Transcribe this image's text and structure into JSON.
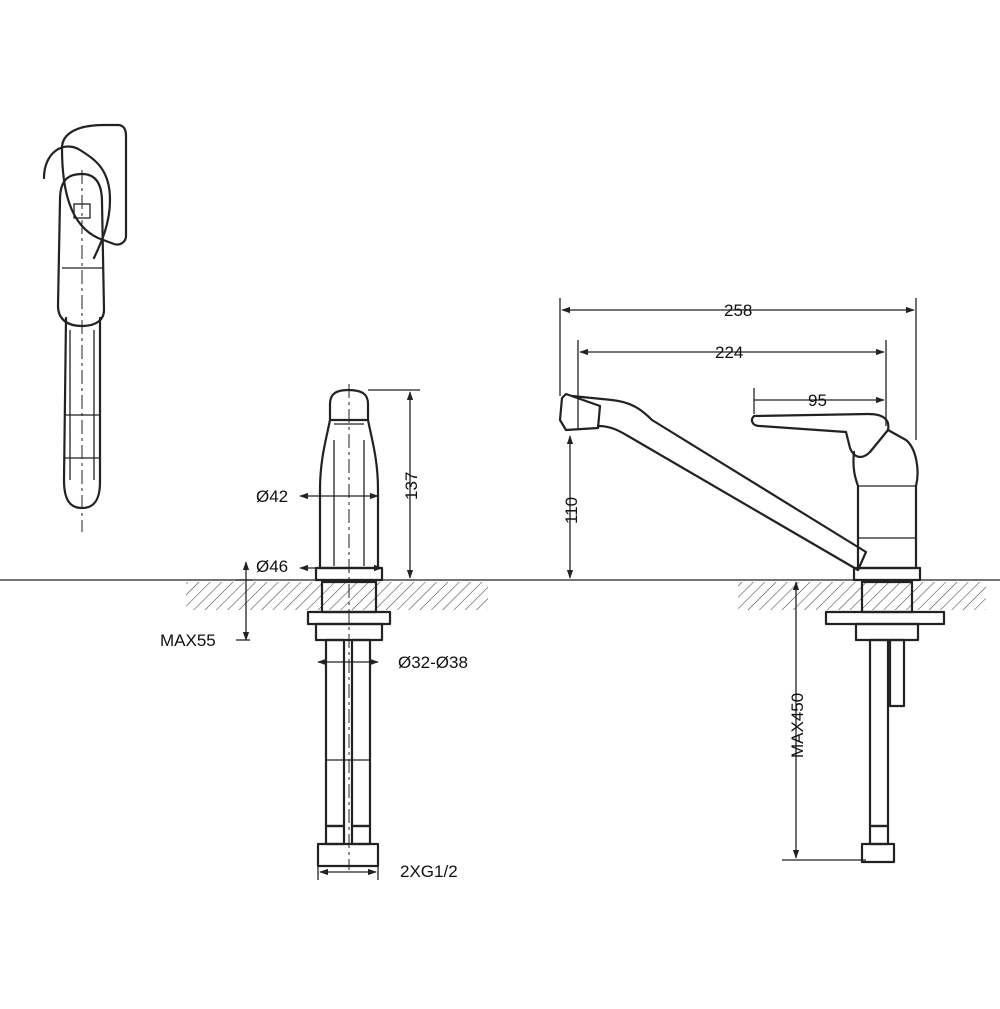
{
  "dimensions": {
    "d258": "258",
    "d224": "224",
    "d95": "95",
    "d110": "110",
    "d137": "137",
    "d42": "Ø42",
    "d46": "Ø46",
    "max55": "MAX55",
    "d32_38": "Ø32-Ø38",
    "thread": "2XG1/2",
    "max450": "MAX450"
  }
}
